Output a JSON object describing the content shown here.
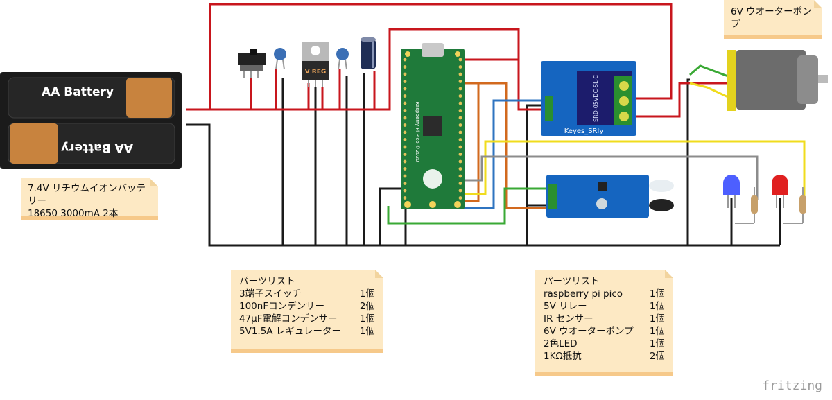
{
  "battery": {
    "label_top": "AA Battery",
    "label_bottom": "AA Battery"
  },
  "battery_note": {
    "line1": "7.4V リチウムイオンバッテリー",
    "line2": "18650 3000mA  2本"
  },
  "pump_note": {
    "text": "6V ウオーターポンプ"
  },
  "regulator": {
    "label": "V REG"
  },
  "relay": {
    "label": "Keyes_SRly",
    "part": "SRD-05VDC-SL-C"
  },
  "pico": {
    "label": "Raspberry Pi Pico ©2020"
  },
  "power_parts": {
    "title": "パーツリスト",
    "items": [
      {
        "name": "3端子スイッチ",
        "qty": "1個"
      },
      {
        "name": "100nFコンデンサー",
        "qty": "2個"
      },
      {
        "name": "47μF電解コンデンサー",
        "qty": "1個"
      },
      {
        "name": "5V1.5A レギュレーター",
        "qty": "1個"
      }
    ]
  },
  "main_parts": {
    "title": "パーツリスト",
    "items": [
      {
        "name": "raspberry pi pico",
        "qty": "1個"
      },
      {
        "name": "5V リレー",
        "qty": "1個"
      },
      {
        "name": "IR センサー",
        "qty": "1個"
      },
      {
        "name": "6V ウオーターポンプ",
        "qty": "1個"
      },
      {
        "name": "2色LED",
        "qty": "1個"
      },
      {
        "name": "1KΩ抵抗",
        "qty": "2個"
      }
    ]
  },
  "brand": "fritzing",
  "colors": {
    "red_wire": "#c8161d",
    "black_wire": "#1a1a1a",
    "green_wire": "#3aa935",
    "blue_wire": "#2f74c0",
    "orange_wire": "#d2691e",
    "yellow_wire": "#f0dc1e",
    "gray_wire": "#8c8c8c",
    "pcb_green": "#1f7a3a",
    "relay_blue": "#1565c0",
    "note_bg": "#fde9c4"
  }
}
